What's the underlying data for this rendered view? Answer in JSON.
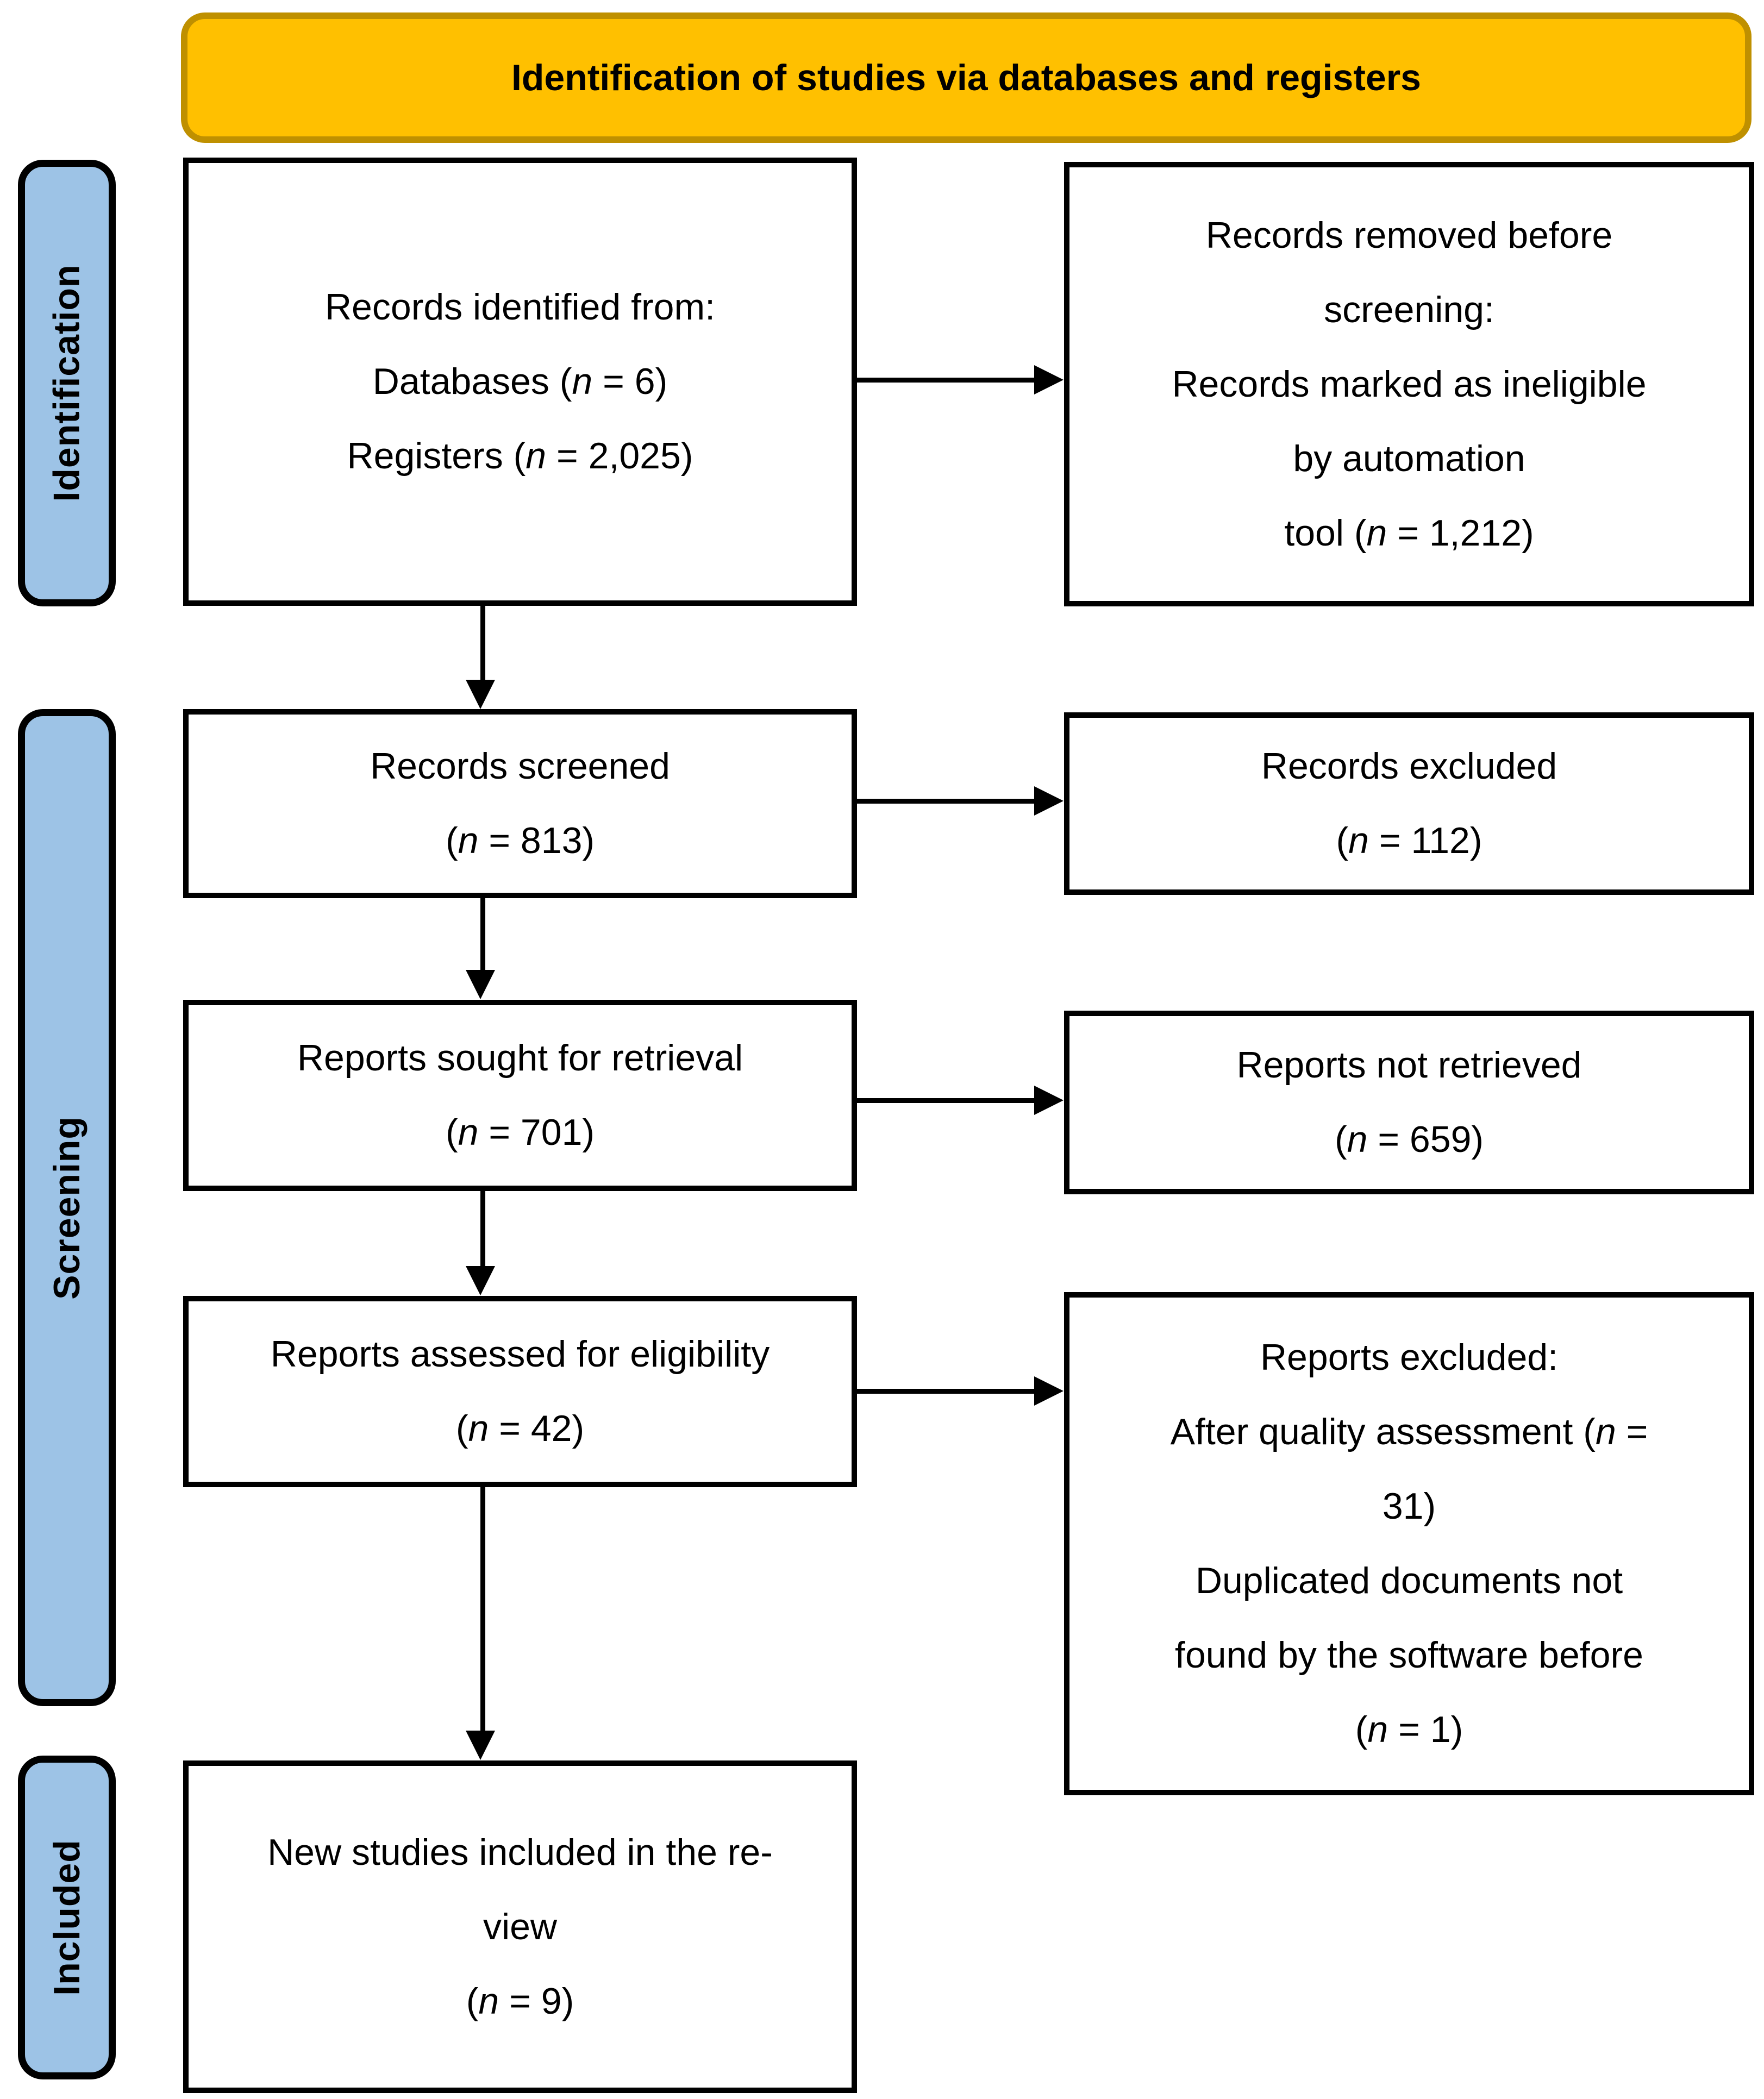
{
  "header": {
    "title": "Identification of studies via databases and registers"
  },
  "sidebar": {
    "identification_label": "Identification",
    "screening_label": "Screening",
    "included_label": "Included"
  },
  "boxes": {
    "identified": {
      "line1": "Records identified from:",
      "line2_pre": "Databases (",
      "line2_n": "n",
      "line2_post": " = 6)",
      "line3_pre": "Registers (",
      "line3_n": "n",
      "line3_post": " = 2,025)"
    },
    "removed": {
      "line1": "Records removed before",
      "line2": "screening:",
      "line3": "Records marked as ineligible",
      "line4": "by automation",
      "line5_pre": "tool (",
      "line5_n": "n",
      "line5_post": " = 1,212)"
    },
    "screened": {
      "line1": "Records screened",
      "line2_pre": "(",
      "line2_n": "n",
      "line2_post": " = 813)"
    },
    "records_excluded": {
      "line1": "Records excluded",
      "line2_pre": "(",
      "line2_n": "n",
      "line2_post": " = 112)"
    },
    "sought": {
      "line1": "Reports sought for retrieval",
      "line2_pre": "(",
      "line2_n": "n",
      "line2_post": " = 701)"
    },
    "not_retrieved": {
      "line1": "Reports not retrieved",
      "line2_pre": "(",
      "line2_n": "n",
      "line2_post": " = 659)"
    },
    "assessed": {
      "line1": "Reports assessed for eligibility",
      "line2_pre": "(",
      "line2_n": "n",
      "line2_post": " = 42)"
    },
    "reports_excluded": {
      "line1": "Reports excluded:",
      "line2_pre": "After quality assessment (",
      "line2_n": "n",
      "line2_post": " =",
      "line3": "31)",
      "line4": "Duplicated documents not",
      "line5": "found by the software before",
      "line6_pre": "(",
      "line6_n": "n",
      "line6_post": " = 1)"
    },
    "new_included": {
      "line1": "New studies included in the re-",
      "line2": "view",
      "line3_pre": "(",
      "line3_n": "n",
      "line3_post": " = 9)"
    }
  },
  "colors": {
    "header_fill": "#FFC000",
    "header_border": "#BF9000",
    "sidebar_fill": "#9DC3E6",
    "box_border": "#000000",
    "arrow": "#000000"
  }
}
